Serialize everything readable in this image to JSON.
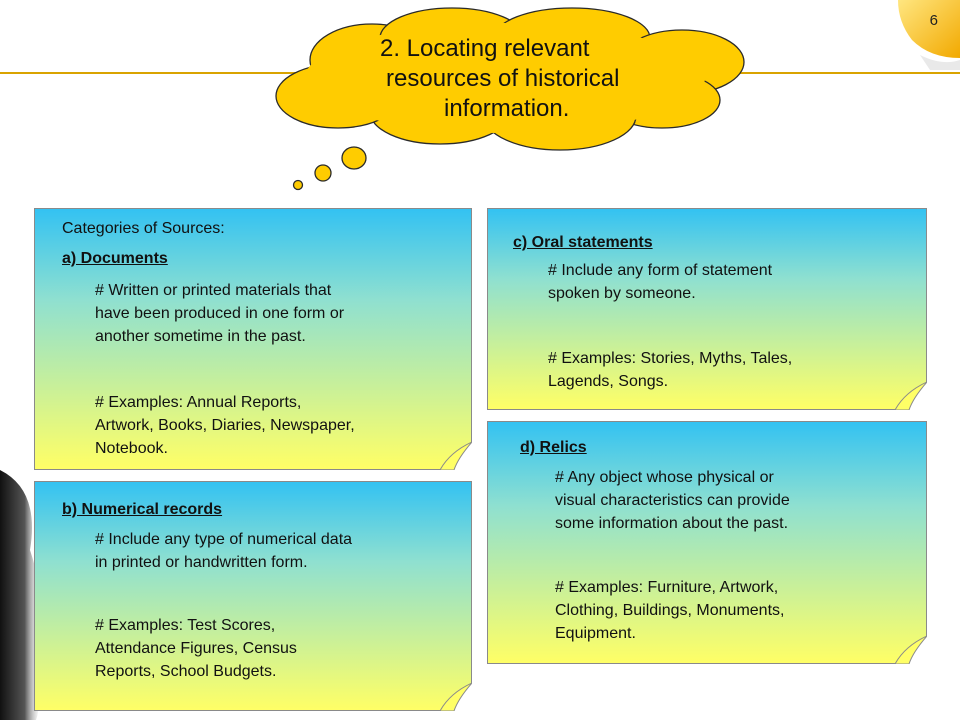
{
  "page_number": "6",
  "title": {
    "line1": "2.  Locating relevant",
    "line2": "resources of historical",
    "line3": "information."
  },
  "colors": {
    "cloud": "#ffcc00",
    "rule": "#d9a300",
    "note_top": "#33c2f2",
    "note_bottom": "#ffff66"
  },
  "card_a": {
    "intro": "Categories of Sources:",
    "heading": "a) Documents",
    "p1": [
      "# Written or printed materials that",
      "have been produced in one form or",
      "another sometime in the past."
    ],
    "p2": [
      "# Examples: Annual Reports,",
      "Artwork, Books, Diaries, Newspaper,",
      "Notebook."
    ]
  },
  "card_b": {
    "heading": "b) Numerical records",
    "p1": [
      "# Include any type of numerical data",
      "in printed or handwritten form."
    ],
    "p2": [
      "# Examples: Test Scores,",
      "Attendance Figures, Census",
      "Reports, School Budgets."
    ]
  },
  "card_c": {
    "heading": "c) Oral statements",
    "p1": [
      "# Include any form of statement",
      "spoken by someone."
    ],
    "p2": [
      "# Examples: Stories, Myths, Tales,",
      "Lagends, Songs."
    ]
  },
  "card_d": {
    "heading": "d) Relics",
    "p1": [
      "# Any object whose physical or",
      "visual characteristics can provide",
      "some information about the past."
    ],
    "p2": [
      "# Examples: Furniture, Artwork,",
      "Clothing, Buildings, Monuments,",
      "Equipment."
    ]
  }
}
